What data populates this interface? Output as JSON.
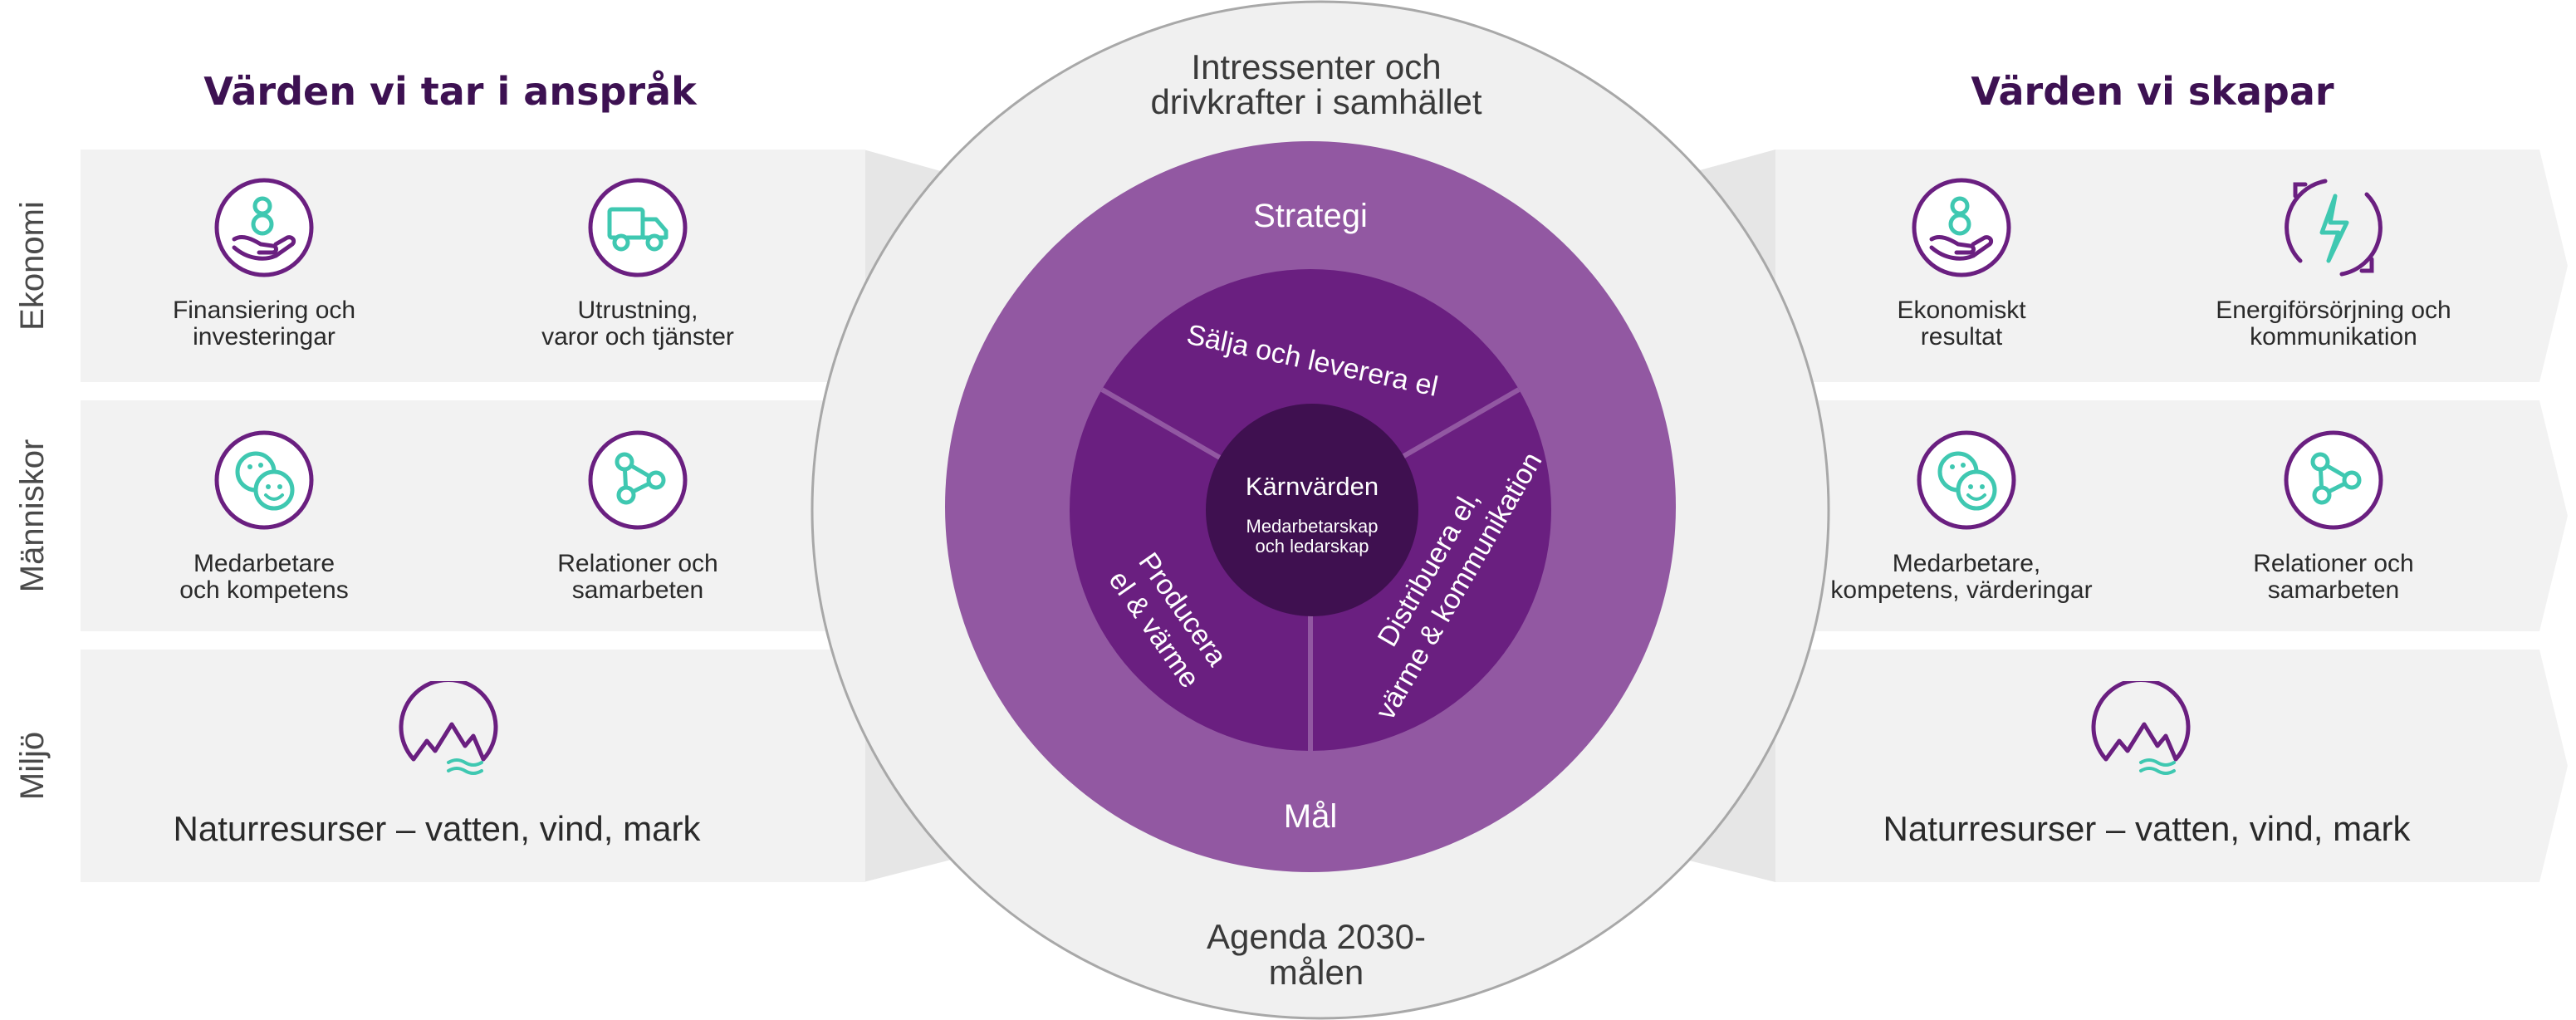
{
  "colors": {
    "purple_dark": "#3d1152",
    "purple_core": "#3f1050",
    "purple_mid": "#6a1f80",
    "purple_light": "#9258a2",
    "teal": "#3fc8b1",
    "panel_grey": "#f2f2f2",
    "outer_circle": "#f0f0f0"
  },
  "left": {
    "title": "Värden vi tar i anspråk",
    "rows": [
      {
        "label": "Ekonomi",
        "items": [
          {
            "icon": "hand-coins-icon",
            "line1": "Finansiering och",
            "line2": "investeringar"
          },
          {
            "icon": "truck-icon",
            "line1": "Utrustning,",
            "line2": "varor och tjänster"
          }
        ]
      },
      {
        "label": "Människor",
        "items": [
          {
            "icon": "smiley-faces-icon",
            "line1": "Medarbetare",
            "line2": "och kompetens"
          },
          {
            "icon": "network-nodes-icon",
            "line1": "Relationer och",
            "line2": "samarbeten"
          }
        ]
      },
      {
        "label": "Miljö",
        "items": [
          {
            "icon": "mountain-water-icon",
            "line1": "Naturresurser – vatten, vind, mark",
            "line2": ""
          }
        ]
      }
    ]
  },
  "right": {
    "title": "Värden vi skapar",
    "rows": [
      {
        "items": [
          {
            "icon": "hand-coins-icon",
            "line1": "Ekonomiskt",
            "line2": "resultat"
          },
          {
            "icon": "energy-cycle-icon",
            "line1": "Energiförsörjning och",
            "line2": "kommunikation"
          }
        ]
      },
      {
        "items": [
          {
            "icon": "smiley-faces-icon",
            "line1": "Medarbetare,",
            "line2": "kompetens, värderingar"
          },
          {
            "icon": "network-nodes-icon",
            "line1": "Relationer och",
            "line2": "samarbeten"
          }
        ]
      },
      {
        "items": [
          {
            "icon": "mountain-water-icon",
            "line1": "Naturresurser – vatten, vind, mark",
            "line2": ""
          }
        ]
      }
    ]
  },
  "center": {
    "outer_top_line1": "Intressenter och",
    "outer_top_line2": "drivkrafter i samhället",
    "outer_bottom_line1": "Agenda 2030-",
    "outer_bottom_line2": "målen",
    "strategy": "Strategi",
    "goal": "Mål",
    "segment_top": "Sälja och leverera el",
    "segment_left_line1": "Producera",
    "segment_left_line2": "el & värme",
    "segment_right_line1": "Distribuera el,",
    "segment_right_line2": "värme & kommunikation",
    "core_title": "Kärnvärden",
    "core_sub1": "Medarbetarskap",
    "core_sub2": "och ledarskap"
  }
}
